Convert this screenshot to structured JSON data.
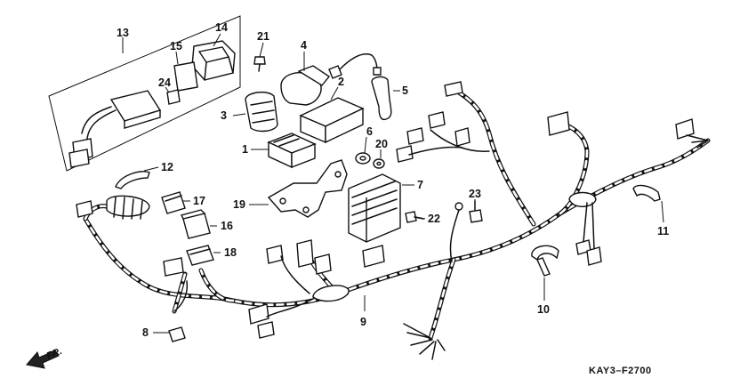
{
  "callouts": {
    "c1": "1",
    "c2": "2",
    "c3": "3",
    "c4": "4",
    "c5": "5",
    "c6": "6",
    "c7": "7",
    "c8": "8",
    "c9": "9",
    "c10": "10",
    "c11": "11",
    "c12": "12",
    "c13": "13",
    "c14": "14",
    "c15": "15",
    "c16": "16",
    "c17": "17",
    "c18": "18",
    "c19": "19",
    "c20": "20",
    "c21": "21",
    "c22": "22",
    "c23": "23",
    "c24": "24"
  },
  "direction_label": "FR.",
  "diagram_code": "KAY3–F2700"
}
